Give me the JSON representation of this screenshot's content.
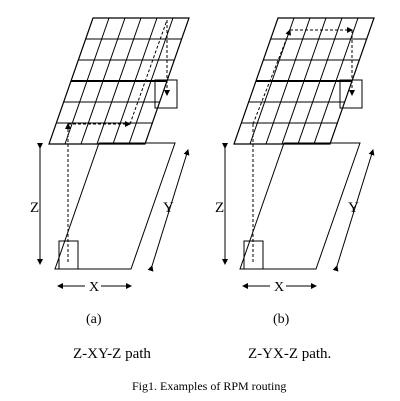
{
  "figure": {
    "caption": "Fig1. Examples of RPM routing",
    "panels": [
      {
        "id": "a",
        "sub_label": "(a)",
        "caption": "Z-XY-Z path",
        "axis_z": "Z",
        "axis_x": "X",
        "axis_y": "Y"
      },
      {
        "id": "b",
        "sub_label": "(b)",
        "caption": "Z-YX-Z path.",
        "axis_z": "Z",
        "axis_x": "X",
        "axis_y": "Y"
      }
    ]
  }
}
